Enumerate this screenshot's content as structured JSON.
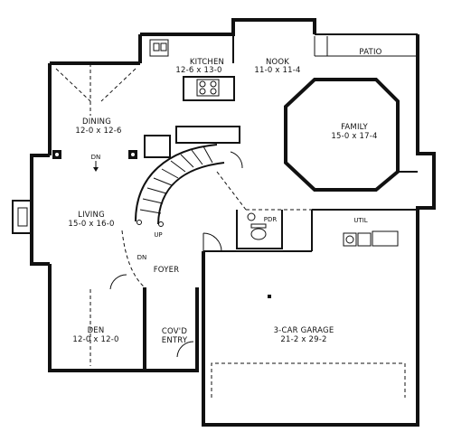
{
  "rooms": {
    "kitchen": {
      "name": "KITCHEN",
      "size": "12-6 x 13-0"
    },
    "nook": {
      "name": "NOOK",
      "size": "11-0 x 11-4"
    },
    "patio": {
      "name": "PATIO"
    },
    "dining": {
      "name": "DINING",
      "size": "12-0 x 12-6"
    },
    "family": {
      "name": "FAMILY",
      "size": "15-0 x 17-4"
    },
    "living": {
      "name": "LIVING",
      "size": "15-0 x 16-0"
    },
    "util": {
      "name": "UTIL"
    },
    "pdr": {
      "name": "PDR"
    },
    "foyer": {
      "name": "FOYER"
    },
    "den": {
      "name": "DEN",
      "size": "12-0 x 12-0"
    },
    "covd_entry": {
      "line1": "COV'D",
      "line2": "ENTRY"
    },
    "garage": {
      "name": "3-CAR GARAGE",
      "size": "21-2 x 29-2"
    }
  },
  "annotations": {
    "dn_dining": "DN",
    "dn_foyer": "DN",
    "up_stair": "UP"
  }
}
